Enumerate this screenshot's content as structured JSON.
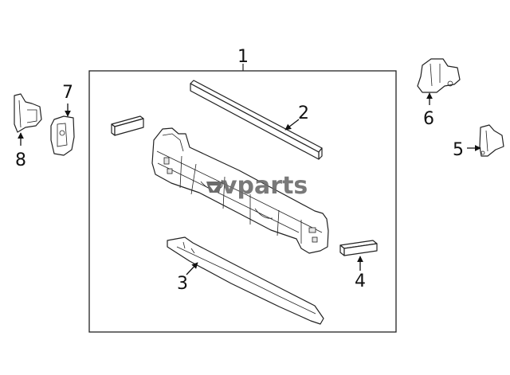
{
  "watermark": "vparts",
  "callouts": {
    "c1": "1",
    "c2": "2",
    "c3": "3",
    "c4": "4",
    "c5": "5",
    "c6": "6",
    "c7": "7",
    "c8": "8"
  }
}
